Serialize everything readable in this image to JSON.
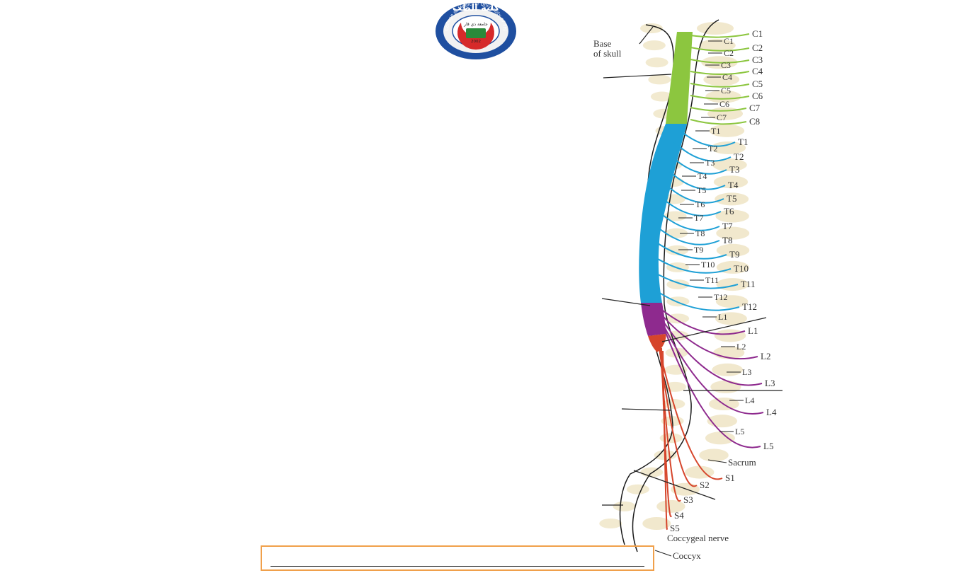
{
  "logo": {
    "arabic_title": "كلية الطب",
    "ring_text": "College of Medicine University of Thi - Qar",
    "inner_text": "جامعة ذي قار",
    "year": "2002",
    "colors": {
      "ring": "#1f4fa0",
      "crescent": "#d62a2a",
      "band": "#f2f2f2"
    }
  },
  "labels": {
    "base_of_skull_1": "Base",
    "base_of_skull_2": "of skull",
    "sacrum": "Sacrum",
    "coccygeal_nerve": "Coccygeal nerve",
    "coccyx": "Coccyx"
  },
  "vertebrae": {
    "cervical": [
      "C1",
      "C2",
      "C3",
      "C4",
      "C5",
      "C6",
      "C7"
    ],
    "thoracic": [
      "T1",
      "T2",
      "T3",
      "T4",
      "T5",
      "T6",
      "T7",
      "T8",
      "T9",
      "T10",
      "T11",
      "T12"
    ],
    "lumbar": [
      "L1",
      "L2",
      "L3",
      "L4",
      "L5"
    ]
  },
  "nerves": {
    "cervical": [
      "C1",
      "C2",
      "C3",
      "C4",
      "C5",
      "C6",
      "C7",
      "C8"
    ],
    "thoracic": [
      "T1",
      "T2",
      "T3",
      "T4",
      "T5",
      "T6",
      "T7",
      "T8",
      "T9",
      "T10",
      "T11",
      "T12"
    ],
    "lumbar": [
      "L1",
      "L2",
      "L3",
      "L4",
      "L5"
    ],
    "sacral": [
      "S1",
      "S2",
      "S3",
      "S4",
      "S5"
    ]
  },
  "colors": {
    "cervical": "#8cc63f",
    "thoracic": "#1ea0d6",
    "lumbar": "#8e2a8e",
    "sacral": "#d6452b",
    "bone": "#f0e6c8",
    "answer_box_border": "#f0a04b"
  }
}
